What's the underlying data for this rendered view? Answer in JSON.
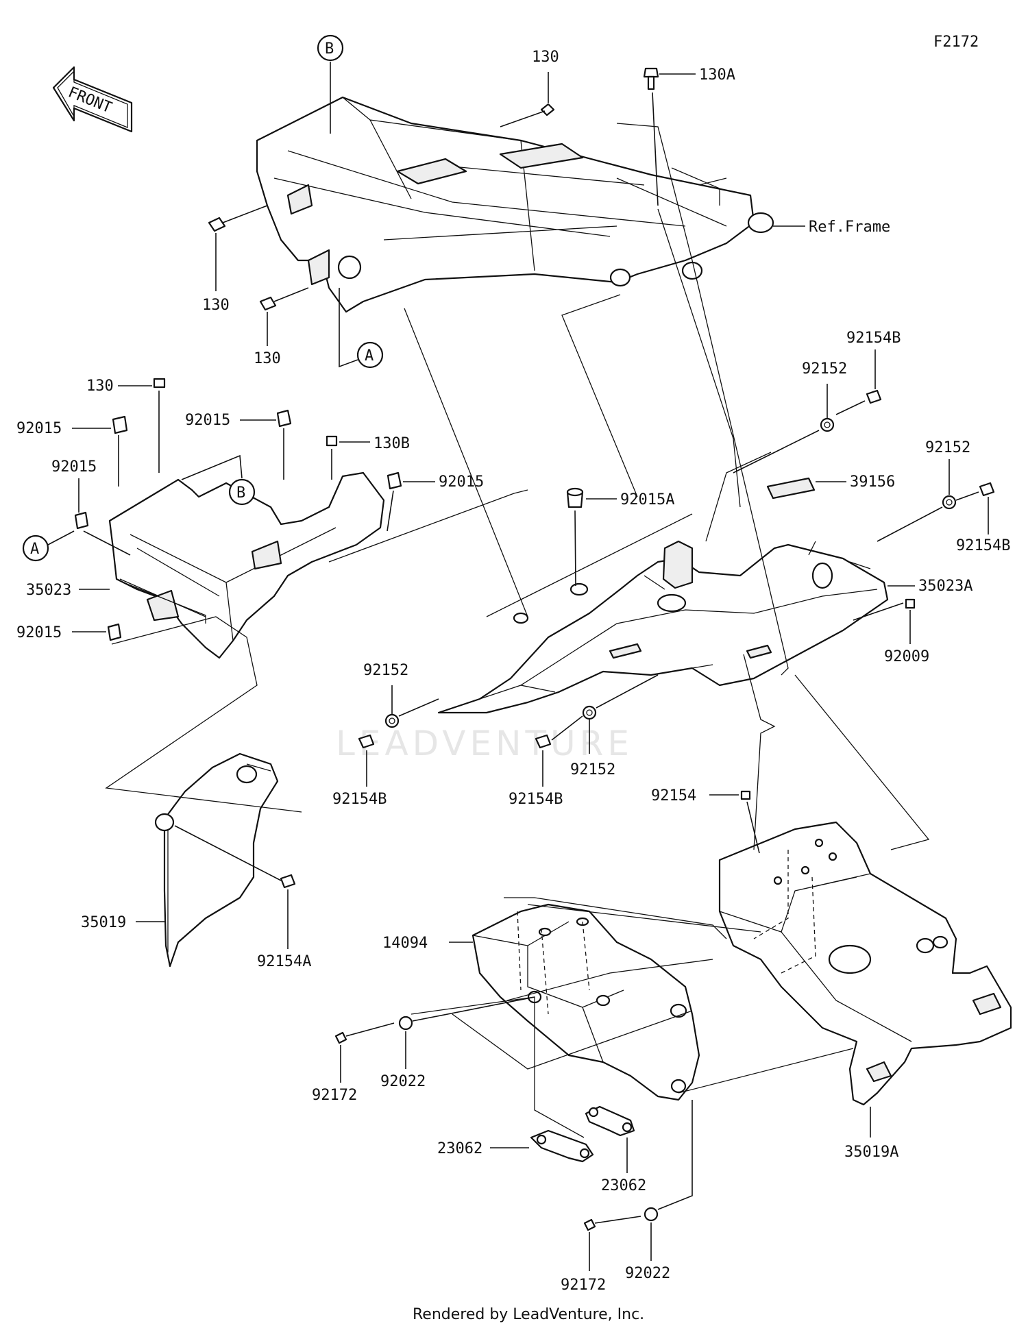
{
  "diagram_code": "F2172",
  "front_arrow_label": "FRONT",
  "ref_frame_label": "Ref.Frame",
  "watermark": "LEADVENTURE",
  "footer": "Rendered by LeadVenture, Inc.",
  "callouts": {
    "A": "A",
    "B": "B"
  },
  "parts": {
    "p130_top": "130",
    "p130A": "130A",
    "p130_left1": "130",
    "p130_left2": "130",
    "p130_tray": "130",
    "p130B": "130B",
    "p92015_1": "92015",
    "p92015_2": "92015",
    "p92015_3": "92015",
    "p92015_4": "92015",
    "p92015_5": "92015",
    "p92015A": "92015A",
    "p35023": "35023",
    "p35023A": "35023A",
    "p92154B_1": "92154B",
    "p92154B_2": "92154B",
    "p92154B_3": "92154B",
    "p92154B_4": "92154B",
    "p92152_1": "92152",
    "p92152_2": "92152",
    "p92152_3": "92152",
    "p92152_4": "92152",
    "p39156": "39156",
    "p92009": "92009",
    "p92154": "92154",
    "p92154A": "92154A",
    "p35019": "35019",
    "p35019A": "35019A",
    "p14094": "14094",
    "p92172_1": "92172",
    "p92172_2": "92172",
    "p92022_1": "92022",
    "p92022_2": "92022",
    "p23062_1": "23062",
    "p23062_2": "23062"
  }
}
